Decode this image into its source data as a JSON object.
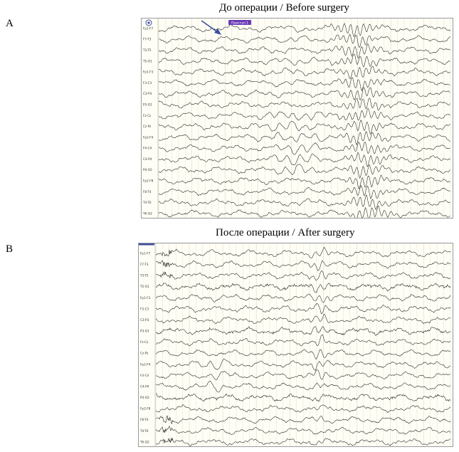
{
  "figure": {
    "panels": [
      {
        "id": "A",
        "letter": "A",
        "title": "До операции / Before surgery",
        "marker_label": "Приступ 1",
        "channels": [
          "Fp1-F7",
          "F7-T3",
          "T3-T5",
          "T5-O1",
          "Fp1-F3",
          "F3-C3",
          "C3-P3",
          "P3-O1",
          "Fz-Cz",
          "Cz-Pz",
          "Fp2-F4",
          "F4-C4",
          "C4-P4",
          "P4-O2",
          "Fp2-F8",
          "F8-T4",
          "T4-T6",
          "T6-O2"
        ],
        "colors": {
          "background": "#fffef6",
          "grid": "#e7e2c8",
          "trace": "#1a1a1a",
          "marker": "#6a3bb5",
          "arrow": "#3b4fa0"
        }
      },
      {
        "id": "B",
        "letter": "B",
        "title": "После операции / After surgery",
        "channels": [
          "Fp1-F7",
          "F7-T3",
          "T3-T5",
          "T5-O1",
          "Fp1-F3",
          "F3-C3",
          "C3-P3",
          "P3-O1",
          "Fz-Cz",
          "Cz-Pz",
          "Fp2-F4",
          "F4-C4",
          "C4-P4",
          "P4-O2",
          "Fp2-F8",
          "F8-T4",
          "T4-T6",
          "T6-O2"
        ],
        "colors": {
          "background": "#fffef6",
          "grid": "#e7e2c8",
          "trace": "#1a1a1a",
          "accent": "#3b4fa0"
        }
      }
    ]
  }
}
